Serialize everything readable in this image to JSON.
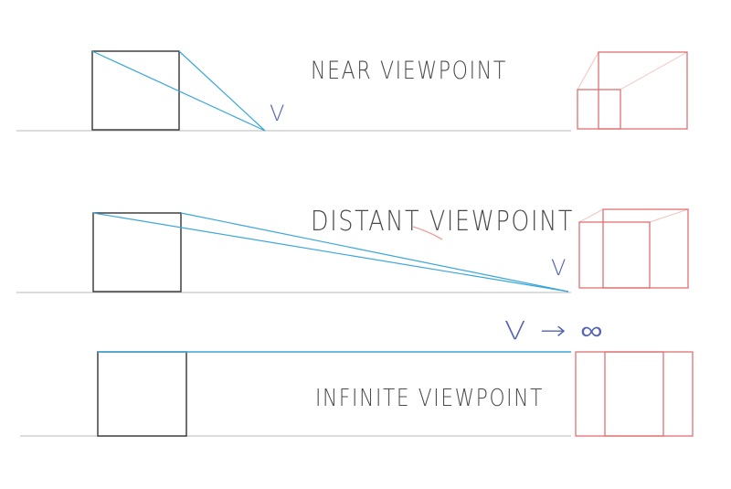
{
  "colors": {
    "background": "#ffffff",
    "ground": "#c6c6c6",
    "box": "#333333",
    "sight": "#3aa6d9",
    "viewpoint": "#5563b4",
    "projection": "#e07070",
    "projection_faint": "#f2c4be",
    "label": "#4a4a4a",
    "scribble": "#e6a59c"
  },
  "panels": [
    {
      "label": "NEAR VIEWPOINT",
      "viewpoint": "V"
    },
    {
      "label": "DISTANT VIEWPOINT",
      "viewpoint": "V"
    },
    {
      "label": "INFINITE VIEWPOINT",
      "viewpoint": "V → ∞"
    }
  ]
}
